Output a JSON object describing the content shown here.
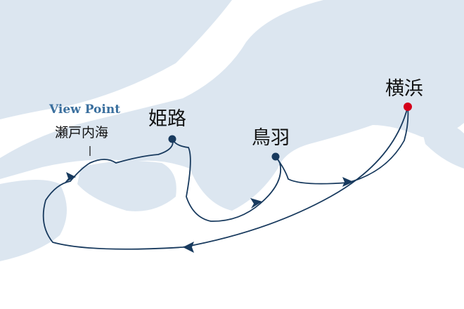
{
  "colors": {
    "land": "#dce6f0",
    "sea": "#ffffff",
    "route": "#183a5e",
    "port": "#183a5e",
    "home_port": "#d4001a",
    "view_point": "#3a6f9e"
  },
  "view_point": {
    "label": "View Point",
    "name": "瀬戸内海"
  },
  "ports": [
    {
      "name": "姫路"
    },
    {
      "name": "鳥羽"
    },
    {
      "name": "横浜"
    }
  ]
}
